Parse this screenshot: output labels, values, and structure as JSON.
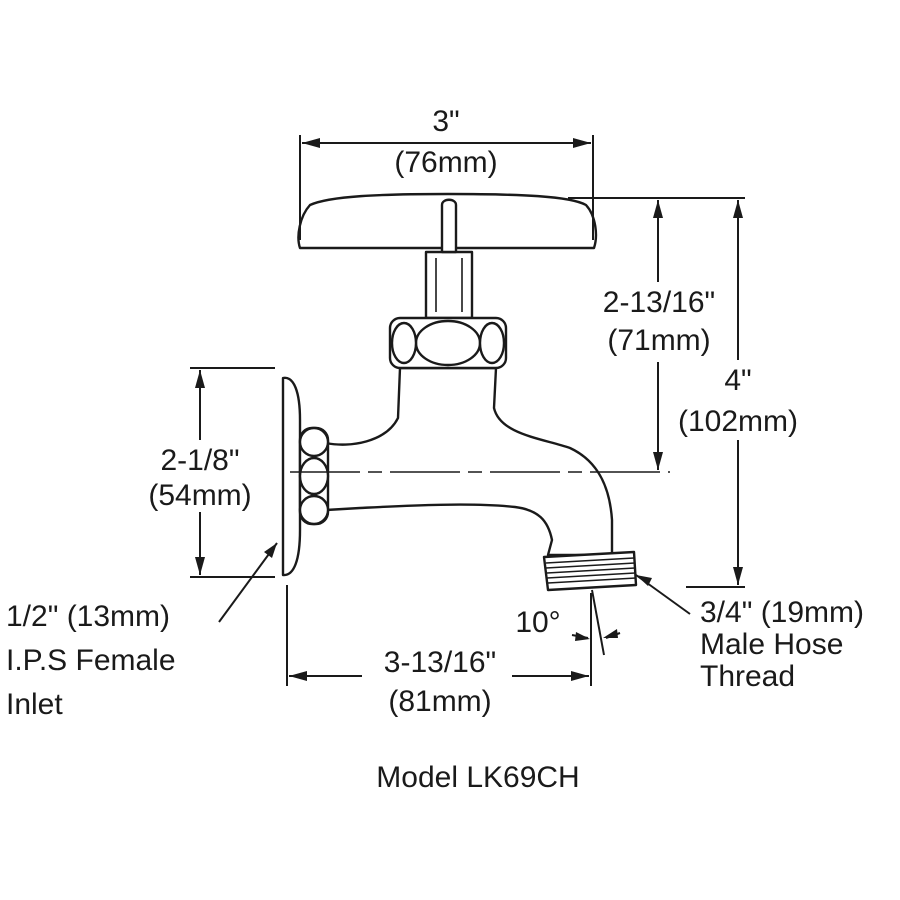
{
  "dimensions": {
    "handle_width": {
      "imperial": "3\"",
      "metric": "(76mm)"
    },
    "stem_height": {
      "imperial": "2-13/16\"",
      "metric": "(71mm)"
    },
    "overall_height": {
      "imperial": "4\"",
      "metric": "(102mm)"
    },
    "flange_height": {
      "imperial": "2-1/8\"",
      "metric": "(54mm)"
    },
    "spout_reach": {
      "imperial": "3-13/16\"",
      "metric": "(81mm)"
    },
    "spout_angle": "10°"
  },
  "callouts": {
    "inlet": [
      "1/2\" (13mm)",
      "I.P.S Female",
      "Inlet"
    ],
    "outlet": [
      "3/4\" (19mm)",
      "Male Hose",
      "Thread"
    ]
  },
  "caption": "Model LK69CH",
  "colors": {
    "line": "#1a1a1a",
    "background": "#ffffff"
  }
}
